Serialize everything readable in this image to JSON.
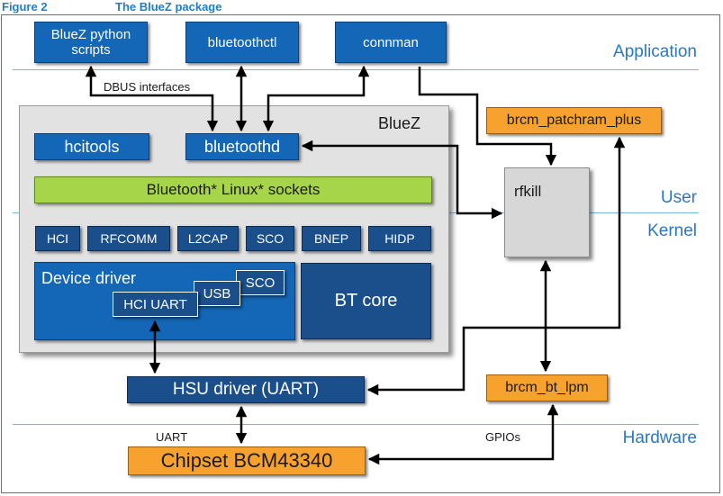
{
  "figure": {
    "number": "Figure 2",
    "title": "The BlueZ package"
  },
  "layers": {
    "application": "Application",
    "user": "User",
    "kernel": "Kernel",
    "hardware": "Hardware"
  },
  "application": {
    "python": "BlueZ python scripts",
    "bluetoothctl": "bluetoothctl",
    "connman": "connman"
  },
  "bluez": {
    "title": "BlueZ",
    "hcitools": "hcitools",
    "bluetoothd": "bluetoothd",
    "sockets": "Bluetooth* Linux* sockets",
    "protocols": [
      "HCI",
      "RFCOMM",
      "L2CAP",
      "SCO",
      "BNEP",
      "HIDP"
    ],
    "device_driver": "Device driver",
    "sub_drivers": {
      "hci_uart": "HCI UART",
      "usb": "USB",
      "sco": "SCO"
    },
    "bt_core": "BT core"
  },
  "side": {
    "patchram": "brcm_patchram_plus",
    "rfkill": "rfkill",
    "bt_lpm": "brcm_bt_lpm"
  },
  "hsu": "HSU driver (UART)",
  "chipset": "Chipset BCM43340",
  "labels": {
    "dbus": "DBUS interfaces",
    "uart": "UART",
    "gpios": "GPIOs"
  },
  "colors": {
    "blue": "#1466b6",
    "navy": "#1b4f8c",
    "orange": "#f7a22e",
    "green": "#a7d54a",
    "accent": "#1f7fc4"
  }
}
